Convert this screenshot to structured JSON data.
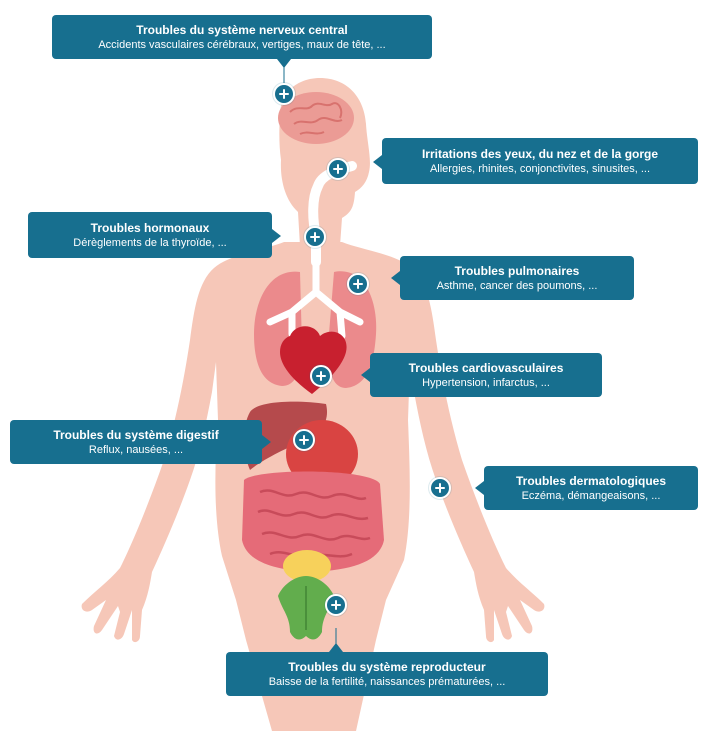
{
  "colors": {
    "callout": "#176f8f",
    "skin": "#f6c7b8",
    "brain": "#eb9b95",
    "lungs": "#eb8a8c",
    "heart": "#c8202f",
    "liver": "#b54a4c",
    "stomach": "#d94442",
    "intestine": "#e56b78",
    "reproductive": "#62ad4d",
    "bladder": "#f7d15b"
  },
  "icons": {
    "marker": "plus-icon"
  },
  "callouts": {
    "cns": {
      "title": "Troubles du système nerveux central",
      "desc": "Accidents vasculaires cérébraux, vertiges, maux de tête, ..."
    },
    "eyes": {
      "title": "Irritations des yeux, du nez et de la gorge",
      "desc": "Allergies, rhinites, conjonctivites, sinusites, ..."
    },
    "hormonal": {
      "title": "Troubles hormonaux",
      "desc": "Dérèglements de la thyroïde, ..."
    },
    "pulmonary": {
      "title": "Troubles pulmonaires",
      "desc": "Asthme, cancer des poumons, ..."
    },
    "cardio": {
      "title": "Troubles cardiovasculaires",
      "desc": "Hypertension, infarctus, ..."
    },
    "digestive": {
      "title": "Troubles du système digestif",
      "desc": "Reflux, nausées, ..."
    },
    "dermato": {
      "title": "Troubles dermatologiques",
      "desc": "Eczéma, démangeaisons, ..."
    },
    "reproductive": {
      "title": "Troubles du système reproducteur",
      "desc": "Baisse de la fertilité, naissances prématurées, ..."
    }
  }
}
